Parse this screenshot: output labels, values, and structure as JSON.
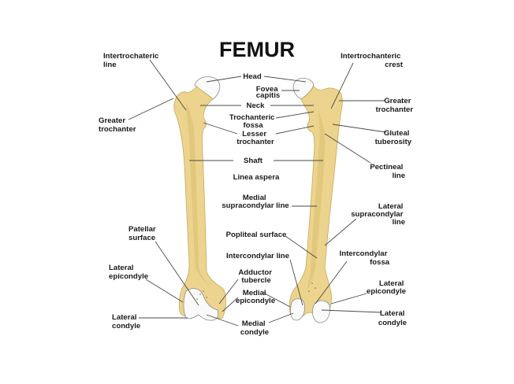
{
  "title": "FEMUR",
  "colors": {
    "bone": "#ecd48e",
    "bone_outline": "#c9a85a",
    "cartilage": "#fafafa",
    "leader_line": "#4a4a4a",
    "text": "#1a1a1a"
  },
  "views": [
    {
      "name": "anterior-view",
      "side": "left"
    },
    {
      "name": "posterior-view",
      "side": "right"
    }
  ],
  "labels": {
    "left": {
      "intertrochanteric_line": [
        "Intertrochateric",
        "line"
      ],
      "greater_trochanter": [
        "Greater",
        "trochanter"
      ],
      "patellar_surface": [
        "Patellar",
        "surface"
      ],
      "lateral_epicondyle": [
        "Lateral",
        "epicondyle"
      ],
      "lateral_condyle": [
        "Lateral",
        "condyle"
      ]
    },
    "center": {
      "head": "Head",
      "fovea_capitis": [
        "Fovea",
        "capitis"
      ],
      "neck": "Neck",
      "trochanteric_fossa": [
        "Trochanteric",
        "fossa"
      ],
      "lesser_trochanter": [
        "Lesser",
        "trochanter"
      ],
      "shaft": "Shaft",
      "linea_aspera": "Linea aspera",
      "medial_supracondylar_line": [
        "Medial",
        "supracondylar line"
      ],
      "popliteal_surface": "Popliteal surface",
      "intercondylar_line": "Intercondylar line",
      "adductor_tubercle": [
        "Adductor",
        "tubercle"
      ],
      "medial_epicondyle": [
        "Medial",
        "epicondyle"
      ],
      "medial_condyle": [
        "Medial",
        "condyle"
      ]
    },
    "right": {
      "intertrochanteric_crest": [
        "Intertrochanteric",
        "crest"
      ],
      "greater_trochanter": [
        "Greater",
        "trochanter"
      ],
      "gluteal_tuberosity": [
        "Gluteal",
        "tuberosity"
      ],
      "pectineal_line": [
        "Pectineal",
        "line"
      ],
      "lateral_supracondylar_line": [
        "Lateral",
        "supracondylar",
        "line"
      ],
      "intercondylar_fossa": [
        "Intercondylar",
        "fossa"
      ],
      "lateral_epicondyle": [
        "Lateral",
        "epicondyle"
      ],
      "lateral_condyle": [
        "Lateral",
        "condyle"
      ]
    }
  }
}
